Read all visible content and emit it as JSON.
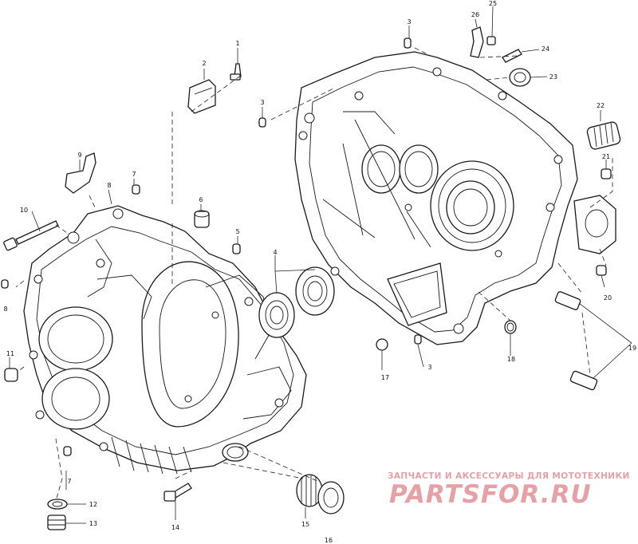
{
  "callouts": [
    "1",
    "2",
    "3",
    "3",
    "3",
    "4",
    "5",
    "6",
    "7",
    "7",
    "8",
    "8",
    "9",
    "10",
    "11",
    "12",
    "13",
    "14",
    "15",
    "16",
    "17",
    "18",
    "19",
    "20",
    "21",
    "22",
    "23",
    "24",
    "25",
    "26"
  ],
  "watermark": {
    "tagline": "ЗАПЧАСТИ И АКСЕССУАРЫ ДЛЯ МОТОТЕХНИКИ",
    "brand": "PARTSFOR.RU",
    "color": "#e8a0a4"
  }
}
